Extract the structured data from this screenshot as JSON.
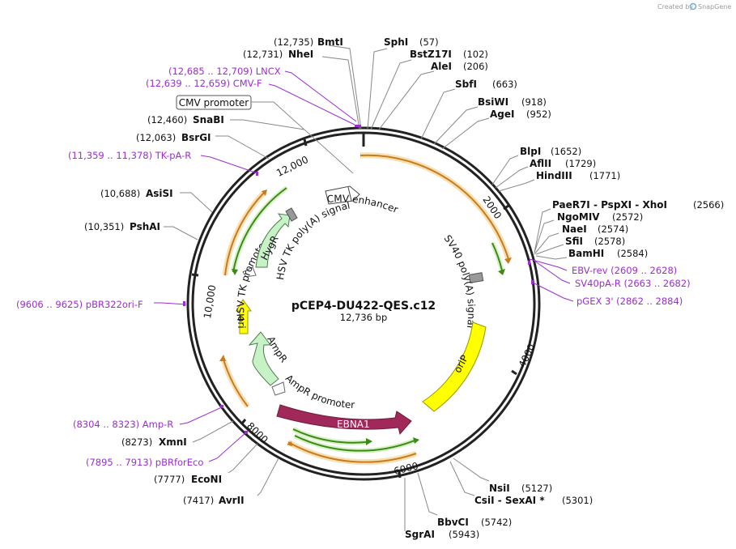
{
  "credit": {
    "prefix": "Created by",
    "brand": "SnapGene"
  },
  "plasmid": {
    "name": "pCEP4-DU422-QES.c12",
    "length_label": "12,736 bp"
  },
  "colors": {
    "backbone": "#222222",
    "primer": "#9a2ed0",
    "orf_fill": "#f6e0b4",
    "orf_stroke": "#c87c1c",
    "cds_fill": "#d8f0c8",
    "cds_stroke": "#3b8a12",
    "ebna1": "#a0295a",
    "orip": "#ffff00",
    "ampr": "#c6f2c6",
    "hygr": "#c6f2c6"
  },
  "ticks": [
    {
      "label": "2000"
    },
    {
      "label": "4000"
    },
    {
      "label": "6000"
    },
    {
      "label": "8000"
    },
    {
      "label": "10,000"
    },
    {
      "label": "12,000"
    }
  ],
  "sites": [
    {
      "pos": "(12,735)",
      "name": "BmtI"
    },
    {
      "pos": "(12,731)",
      "name": "NheI"
    },
    {
      "pos": "(57)",
      "name": "SphI"
    },
    {
      "pos": "(102)",
      "name": "BstZ17I"
    },
    {
      "pos": "(206)",
      "name": "AleI"
    },
    {
      "pos": "(663)",
      "name": "SbfI"
    },
    {
      "pos": "(918)",
      "name": "BsiWI"
    },
    {
      "pos": "(952)",
      "name": "AgeI"
    },
    {
      "pos": "(1652)",
      "name": "BlpI"
    },
    {
      "pos": "(1729)",
      "name": "AflII"
    },
    {
      "pos": "(1771)",
      "name": "HindIII"
    },
    {
      "pos": "(2566)",
      "name": "PaeR7I - PspXI - XhoI"
    },
    {
      "pos": "(2572)",
      "name": "NgoMIV"
    },
    {
      "pos": "(2574)",
      "name": "NaeI"
    },
    {
      "pos": "(2578)",
      "name": "SfiI"
    },
    {
      "pos": "(2584)",
      "name": "BamHI"
    },
    {
      "pos": "(5127)",
      "name": "NsiI"
    },
    {
      "pos": "(5301)",
      "name": "CsiI - SexAI *"
    },
    {
      "pos": "(5742)",
      "name": "BbvCI"
    },
    {
      "pos": "(5943)",
      "name": "SgrAI"
    },
    {
      "pos": "(7417)",
      "name": "AvrII"
    },
    {
      "pos": "(7777)",
      "name": "EcoNI"
    },
    {
      "pos": "(8273)",
      "name": "XmnI"
    },
    {
      "pos": "(10,351)",
      "name": "PshAI"
    },
    {
      "pos": "(10,688)",
      "name": "AsiSI"
    },
    {
      "pos": "(12,063)",
      "name": "BsrGI"
    },
    {
      "pos": "(12,460)",
      "name": "SnaBI"
    }
  ],
  "primers": [
    {
      "text": "(12,685 .. 12,709)  LNCX"
    },
    {
      "text": "(12,639 .. 12,659)  CMV-F"
    },
    {
      "text": "(11,359 .. 11,378)  TK-pA-R"
    },
    {
      "text": "EBV-rev    (2609 .. 2628)"
    },
    {
      "text": "SV40pA-R    (2663 .. 2682)"
    },
    {
      "text": "pGEX 3'    (2862 .. 2884)"
    },
    {
      "text": "(9606 .. 9625)  pBR322ori-F"
    },
    {
      "text": "(8304 .. 8323)  Amp-R"
    },
    {
      "text": "(7895 .. 7913)  pBRforEco"
    }
  ],
  "features": {
    "cmv_promoter": "CMV promoter",
    "cmv_enhancer": "CMV enhancer",
    "sv40_polya": "SV40 poly(A) signal",
    "orip": "oriP",
    "ebna1": "EBNA1",
    "ampr_promoter": "AmpR promoter",
    "ampr": "AmpR",
    "ori": "ori",
    "hsv_tk_promoter": "HSV TK promoter",
    "hsv_tk_polya": "HSV TK poly(A) signal",
    "hygr": "HygR"
  }
}
